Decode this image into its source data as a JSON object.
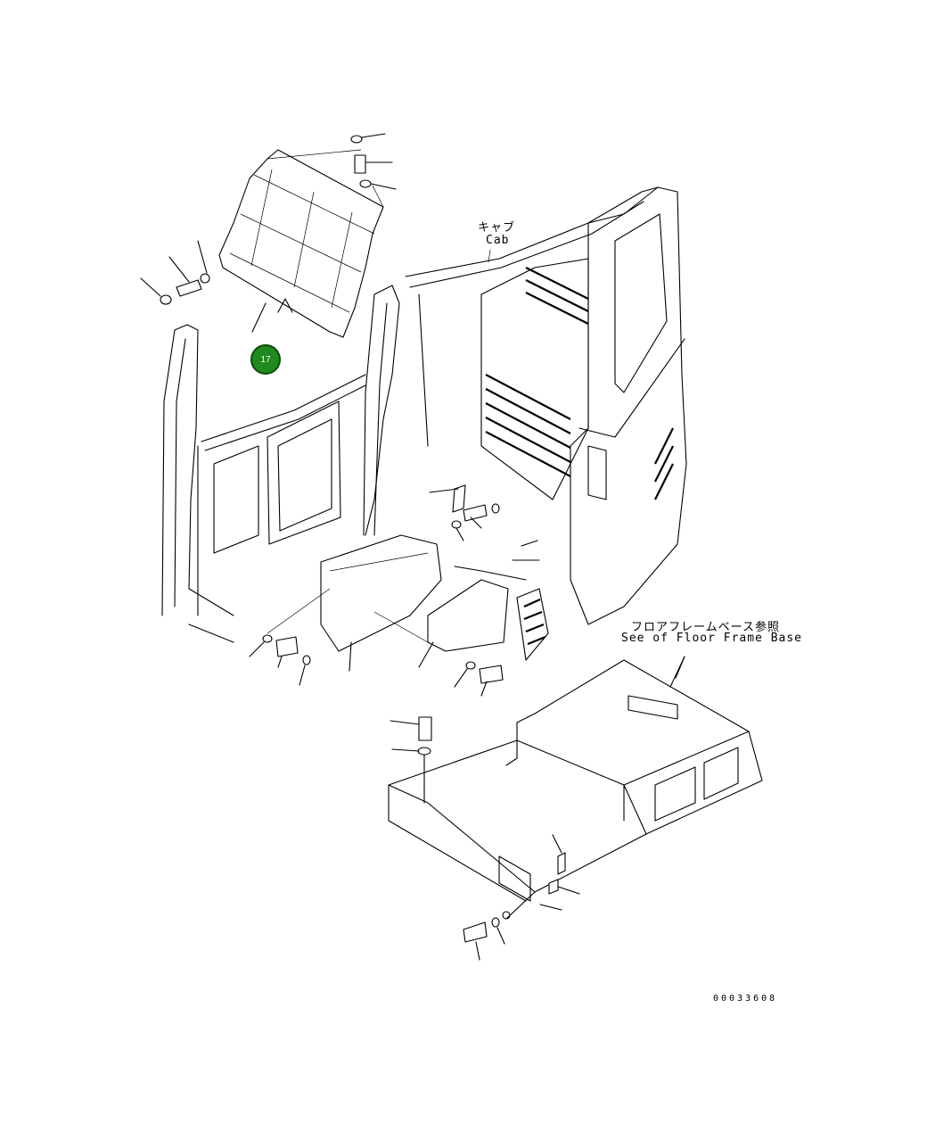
{
  "diagram": {
    "callout_number": "17",
    "label_cab_jp": "キャブ",
    "label_cab_en": "Cab",
    "label_floor_jp": "フロアフレームベース参照",
    "label_floor_en": "See of Floor Frame Base",
    "figure_number": "00033608"
  },
  "colors": {
    "callout_fill": "#1f8a1f",
    "line": "#000000",
    "background": "#ffffff"
  }
}
